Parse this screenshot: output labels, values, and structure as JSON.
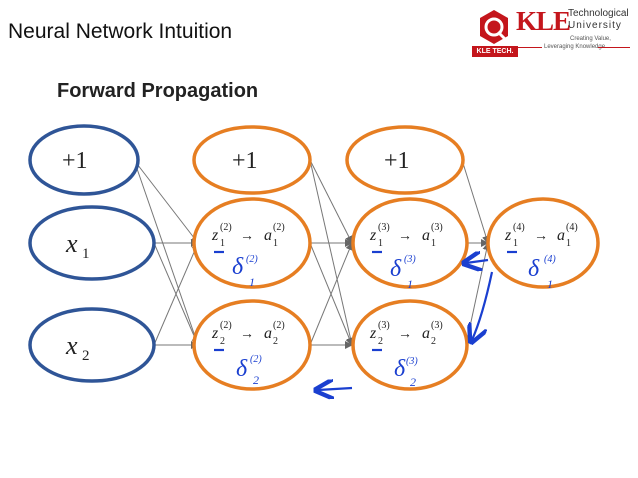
{
  "slide_title": "Neural Network Intuition",
  "logo": {
    "badge_text": "KLE TECH.",
    "brand": "KLE",
    "line1": "Technological",
    "line2": "University",
    "tagline1": "Creating Value,",
    "tagline2": "Leveraging Knowledge"
  },
  "section_title": "Forward Propagation",
  "diagram": {
    "input_layer": {
      "bias": "+1",
      "x1": "x",
      "x1_sub": "1",
      "x2": "x",
      "x2_sub": "2"
    },
    "layer2": {
      "bias": "+1",
      "unit1": {
        "z": "z",
        "sub": "1",
        "sup": "(2)",
        "a": "a",
        "asub": "1",
        "asup": "(2)",
        "delta_sup": "(2)",
        "delta_sub": "1"
      },
      "unit2": {
        "z": "z",
        "sub": "2",
        "sup": "(2)",
        "a": "a",
        "asub": "2",
        "asup": "(2)",
        "delta_sup": "(2)",
        "delta_sub": "2"
      }
    },
    "layer3": {
      "bias": "+1",
      "unit1": {
        "z": "z",
        "sub": "1",
        "sup": "(3)",
        "a": "a",
        "asub": "1",
        "asup": "(3)",
        "delta_sup": "(3)",
        "delta_sub": "1"
      },
      "unit2": {
        "z": "z",
        "sub": "2",
        "sup": "(3)",
        "a": "a",
        "asub": "2",
        "asup": "(3)",
        "delta_sup": "(3)",
        "delta_sub": "2"
      }
    },
    "layer4": {
      "unit1": {
        "z": "z",
        "sub": "1",
        "sup": "(4)",
        "a": "a",
        "asub": "1",
        "asup": "(4)",
        "delta_sup": "(4)",
        "delta_sub": "1"
      }
    },
    "arrow_glyph": "→",
    "delta_glyph": "δ",
    "colors": {
      "input": "#2f5597",
      "hidden": "#e67e22",
      "edge": "#777777",
      "annotation": "#1a3fd0"
    }
  }
}
